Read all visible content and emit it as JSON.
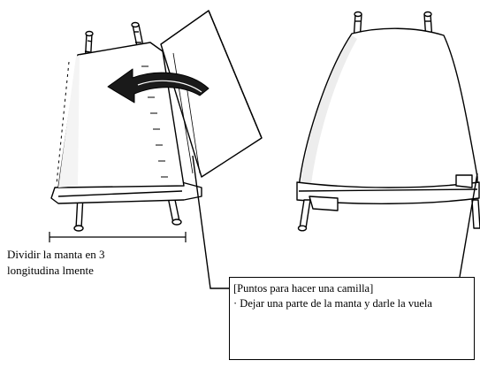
{
  "caption_left": "Dividir  la manta en 3\nlongitudina lmente",
  "note": {
    "title": "[Puntos para hacer una camilla]",
    "body": "· Dejar una parte de la manta y darle la vuela"
  },
  "colors": {
    "line": "#000000",
    "blanket_shade": "#e9e9e9",
    "arrow_fill": "#1a1a1a"
  }
}
